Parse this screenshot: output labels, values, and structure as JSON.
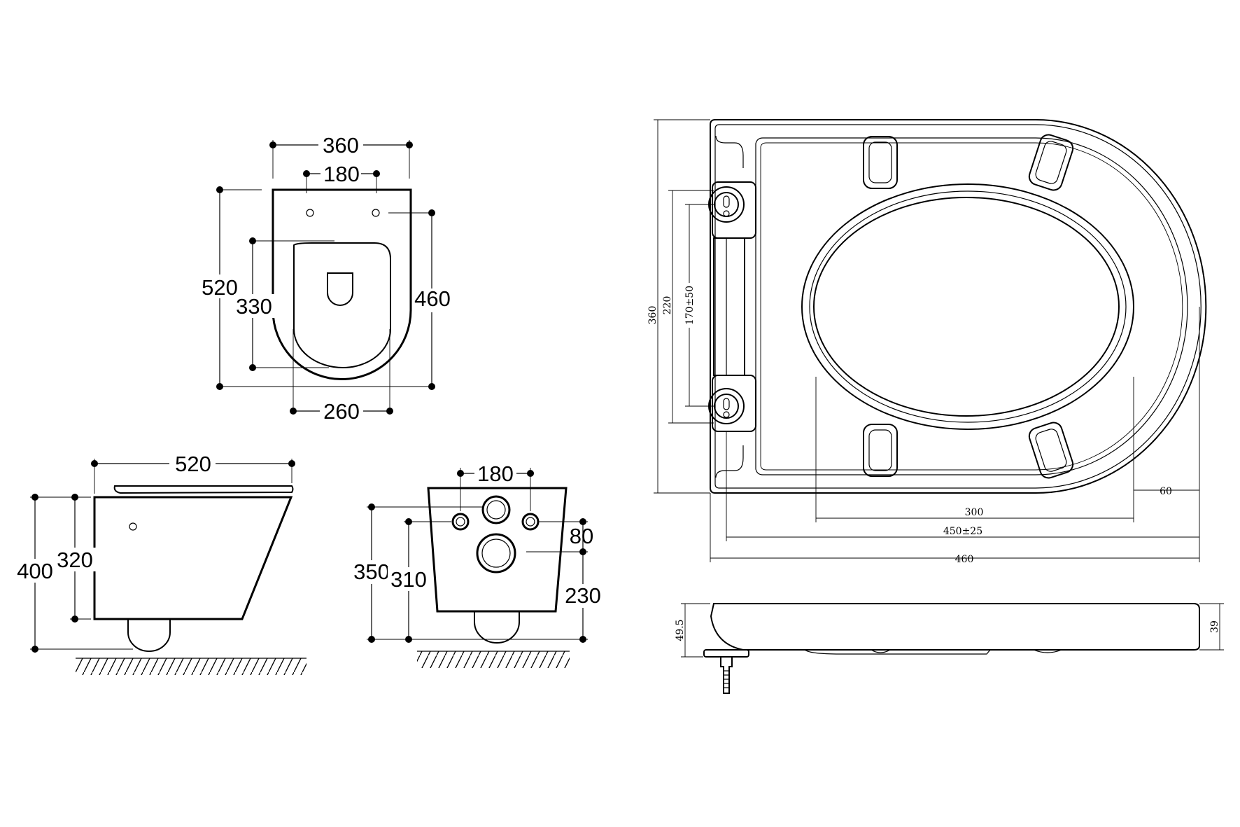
{
  "top_view": {
    "width_overall": "360",
    "fixing_spacing": "180",
    "depth_overall": "520",
    "opening_length": "330",
    "fixing_to_front": "460",
    "opening_width": "260"
  },
  "side_view": {
    "length": "520",
    "height_overall": "400",
    "height_rim": "320"
  },
  "rear_view": {
    "fixing_spacing": "180",
    "height_top": "350",
    "height_mid": "310",
    "offset": "80",
    "waste_height": "230"
  },
  "seat_top_view": {
    "width": "360",
    "hinge_outer": "220",
    "hinge_adjust": "170±50",
    "inner_length": "300",
    "length_adjust": "450±25",
    "length": "460",
    "front_edge": "60"
  },
  "seat_side_view": {
    "height_overall": "49.5",
    "thickness": "39"
  }
}
